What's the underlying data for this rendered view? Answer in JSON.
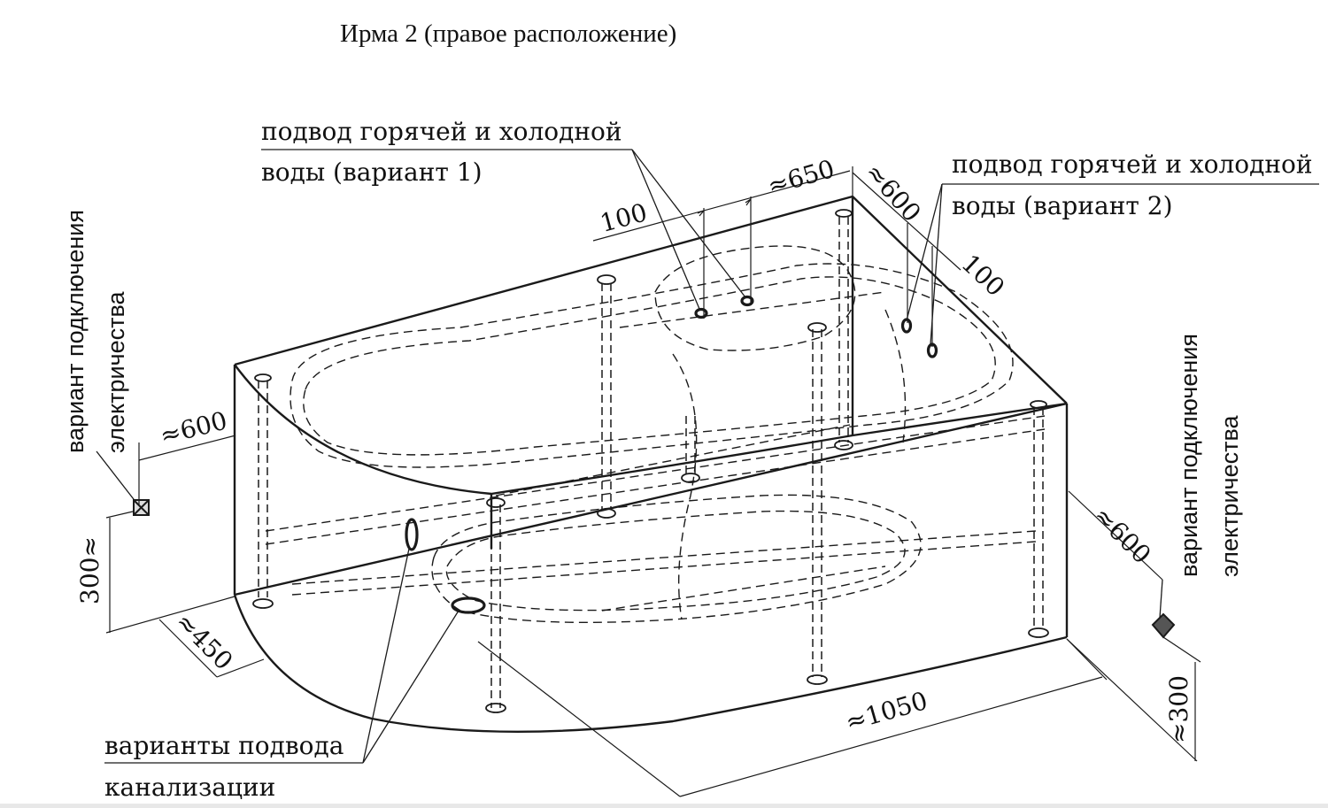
{
  "title": "Ирма 2 (правое расположение)",
  "callouts": {
    "water_v1": [
      "подвод горячей и холодной",
      "воды (вариант 1)"
    ],
    "water_v2": [
      "подвод горячей и холодной",
      "воды (вариант 2)"
    ],
    "drain": [
      "варианты подвода",
      "канализации"
    ],
    "power_left": [
      "вариант подключения",
      "электричества"
    ],
    "power_right": [
      "вариант подключения",
      "электричества"
    ]
  },
  "dimensions": {
    "d650": "≈650",
    "d600_top": "≈600",
    "d100_left": "100",
    "d100_right": "100",
    "d600_left": "≈600",
    "d300_left": "300≈",
    "d450": "≈450",
    "d1050": "≈1050",
    "d600_right": "≈600",
    "d300_right": "≈300"
  },
  "colors": {
    "ink": "#111111",
    "background": "#ffffff"
  }
}
